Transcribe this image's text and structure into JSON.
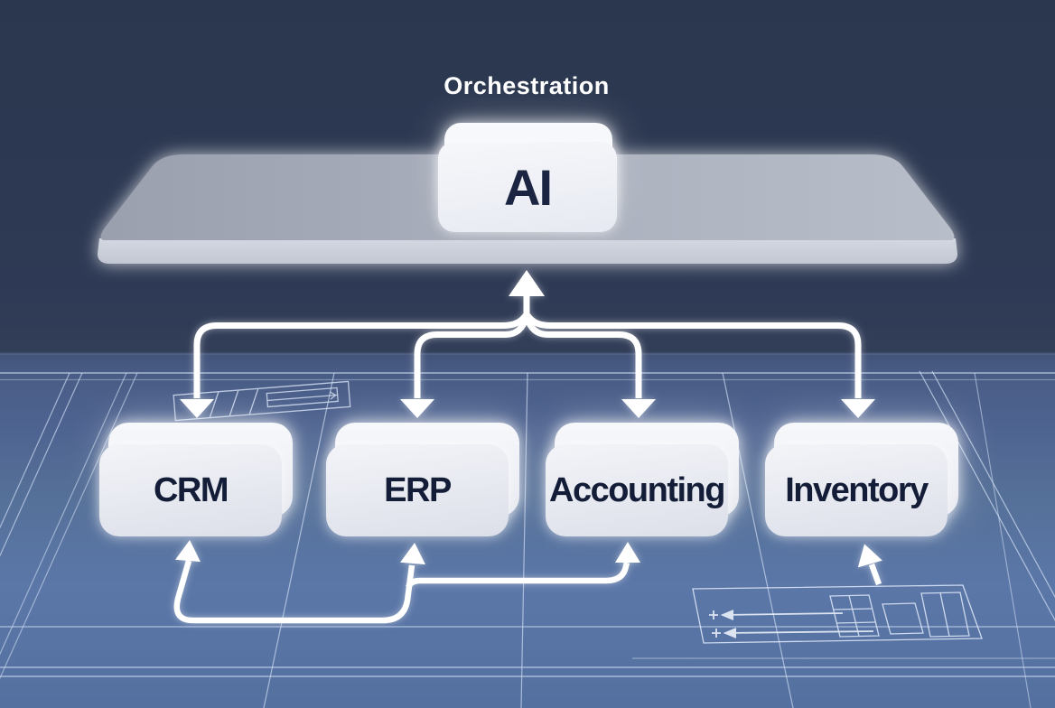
{
  "title": "Orchestration",
  "hub": {
    "label": "AI"
  },
  "systems": [
    {
      "label": "CRM"
    },
    {
      "label": "ERP"
    },
    {
      "label": "Accounting"
    },
    {
      "label": "Inventory"
    }
  ],
  "arrows": {
    "up_into_platform_count": 1,
    "down_from_platform_to": [
      "CRM",
      "ERP",
      "Accounting",
      "Inventory"
    ],
    "bottom_feed_chain": [
      "CRM",
      "ERP",
      "Accounting"
    ],
    "bottom_feed_single": [
      "Inventory"
    ]
  },
  "style": {
    "background_top": "#2e3a55",
    "surface_blue": "#54709f",
    "platform_gray": "#aab0be",
    "box_face": "#e6e9f0",
    "box_text": "#141d38",
    "label_text": "#ffffff",
    "arrow_color": "#ffffff",
    "blueprint_line": "#d6e1f4"
  }
}
